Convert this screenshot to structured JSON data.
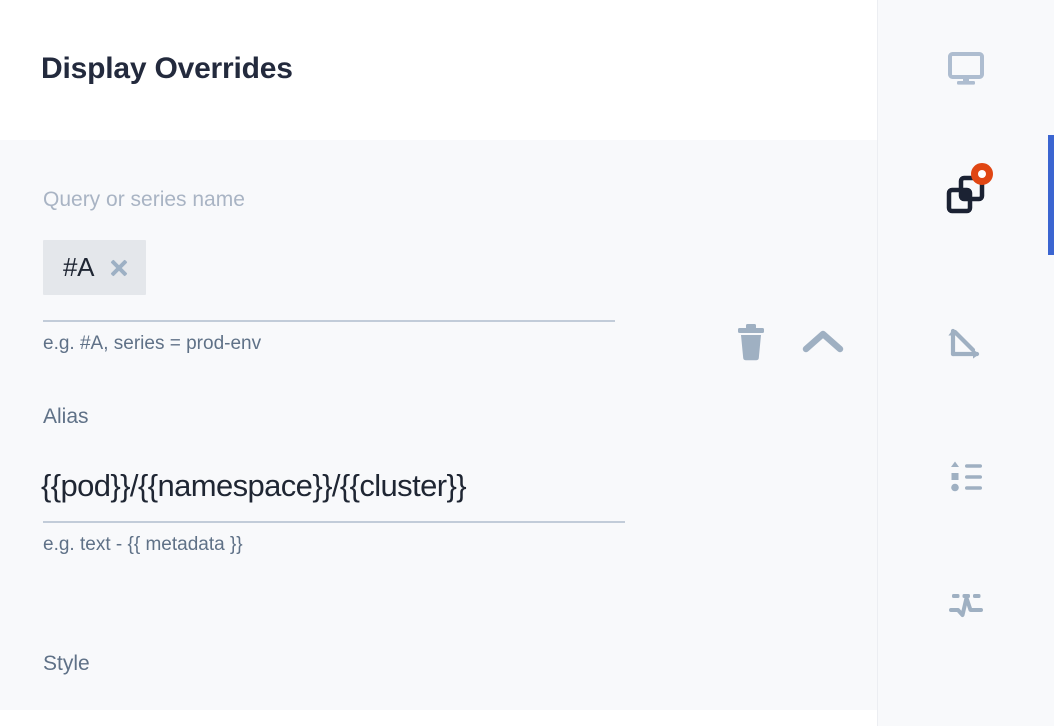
{
  "panel": {
    "title": "Display Overrides",
    "fields": {
      "query": {
        "label": "Query or series name",
        "chip_value": "#A",
        "chip_remove_icon": "close-icon",
        "helper": "e.g. #A, series = prod-env"
      },
      "alias": {
        "label": "Alias",
        "value": "{{pod}}/{{namespace}}/{{cluster}}",
        "helper": "e.g. text - {{ metadata }}"
      },
      "style": {
        "label": "Style"
      }
    },
    "row_actions": [
      {
        "name": "delete-override-button",
        "icon": "trash-icon"
      },
      {
        "name": "collapse-override-button",
        "icon": "chevron-up-icon"
      }
    ]
  },
  "sidebar": {
    "accent_color": "#3b65d1",
    "badge_color": "#e04613",
    "items": [
      {
        "name": "sidebar-item-display",
        "icon": "monitor-icon",
        "active": false,
        "badge": false
      },
      {
        "name": "sidebar-item-overrides",
        "icon": "layers-icon",
        "active": true,
        "badge": true
      },
      {
        "name": "sidebar-item-axes",
        "icon": "axes-icon",
        "active": false,
        "badge": false
      },
      {
        "name": "sidebar-item-legend",
        "icon": "legend-list-icon",
        "active": false,
        "badge": false
      },
      {
        "name": "sidebar-item-thresholds",
        "icon": "threshold-icon",
        "active": false,
        "badge": false
      }
    ]
  },
  "colors": {
    "header_bg": "#ffffff",
    "body_bg": "#f8f9fb",
    "title_text": "#232a3d",
    "muted_label": "#a9b4c4",
    "label": "#5f7187",
    "value_text": "#1f2633",
    "chip_bg": "#e4e7eb",
    "underline": "#c2ccd9",
    "icon_muted": "#9fb0c2",
    "icon_dark": "#1b2233"
  }
}
